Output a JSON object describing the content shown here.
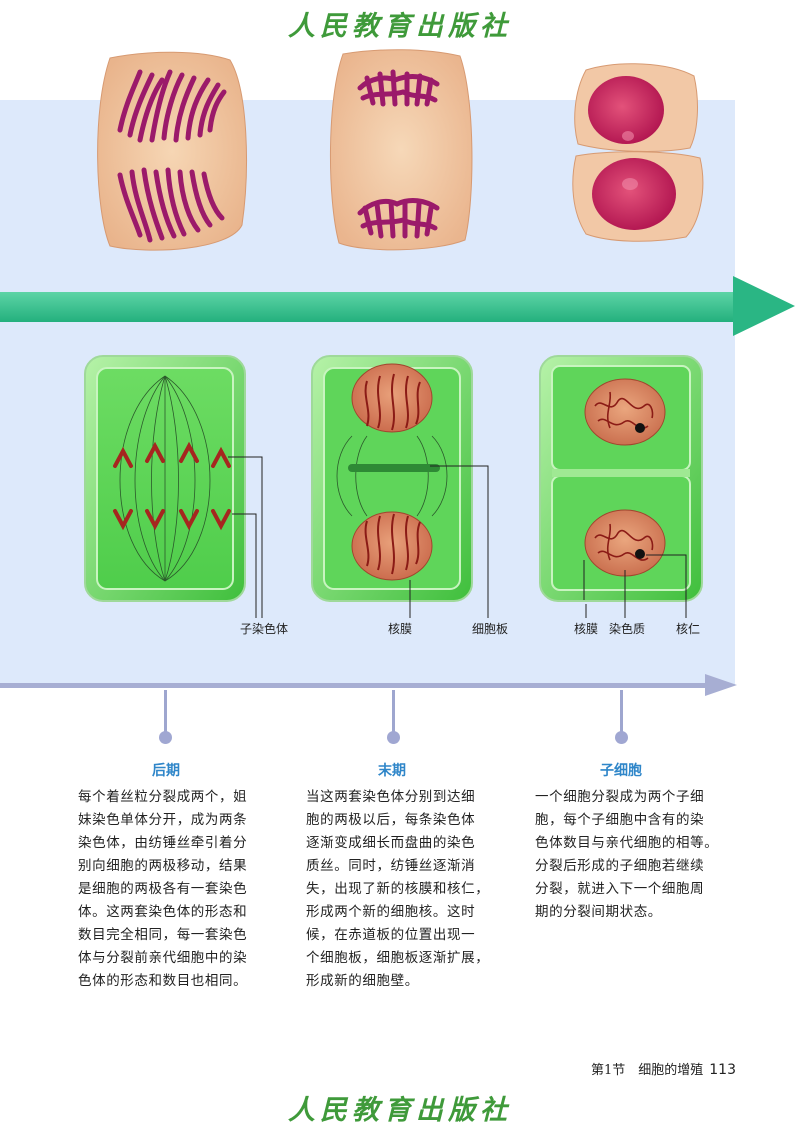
{
  "watermark": "人民教育出版社",
  "labels": {
    "daughter_chromosome": "子染色体",
    "nuclear_membrane_1": "核膜",
    "cell_plate": "细胞板",
    "nuclear_membrane_2": "核膜",
    "chromatin": "染色质",
    "nucleolus": "核仁"
  },
  "phases": [
    {
      "title": "后期",
      "lines": [
        "每个着丝粒分裂成两个，姐",
        "妹染色单体分开，成为两条",
        "染色体，由纺锤丝牵引着分",
        "别向细胞的两极移动，结果",
        "是细胞的两极各有一套染色",
        "体。这两套染色体的形态和",
        "数目完全相同，每一套染色",
        "体与分裂前亲代细胞中的染",
        "色体的形态和数目也相同。"
      ]
    },
    {
      "title": "末期",
      "lines": [
        "当这两套染色体分别到达细",
        "胞的两极以后，每条染色体",
        "逐渐变成细长而盘曲的染色",
        "质丝。同时，纺锤丝逐渐消",
        "失，出现了新的核膜和核仁，",
        "形成两个新的细胞核。这时",
        "候，在赤道板的位置出现一",
        "个细胞板，细胞板逐渐扩展，",
        "形成新的细胞壁。"
      ]
    },
    {
      "title": "子细胞",
      "lines": [
        "一个细胞分裂成为两个子细",
        "胞，每个子细胞中含有的染",
        "色体数目与亲代细胞的相等。",
        "分裂后形成的子细胞若继续",
        "分裂，就进入下一个细胞周",
        "期的分裂间期状态。"
      ]
    }
  ],
  "footer": {
    "section": "第1节　细胞的增殖",
    "page": "113"
  },
  "colors": {
    "band": "#dde9fb",
    "green_arrow": "#2ab684",
    "timeline": "#a7aed3",
    "phase_title": "#2f86c9",
    "cell_green": "#5fd75a",
    "micro_cell": "#f1c9a0",
    "chromosome": "#b3155a"
  }
}
